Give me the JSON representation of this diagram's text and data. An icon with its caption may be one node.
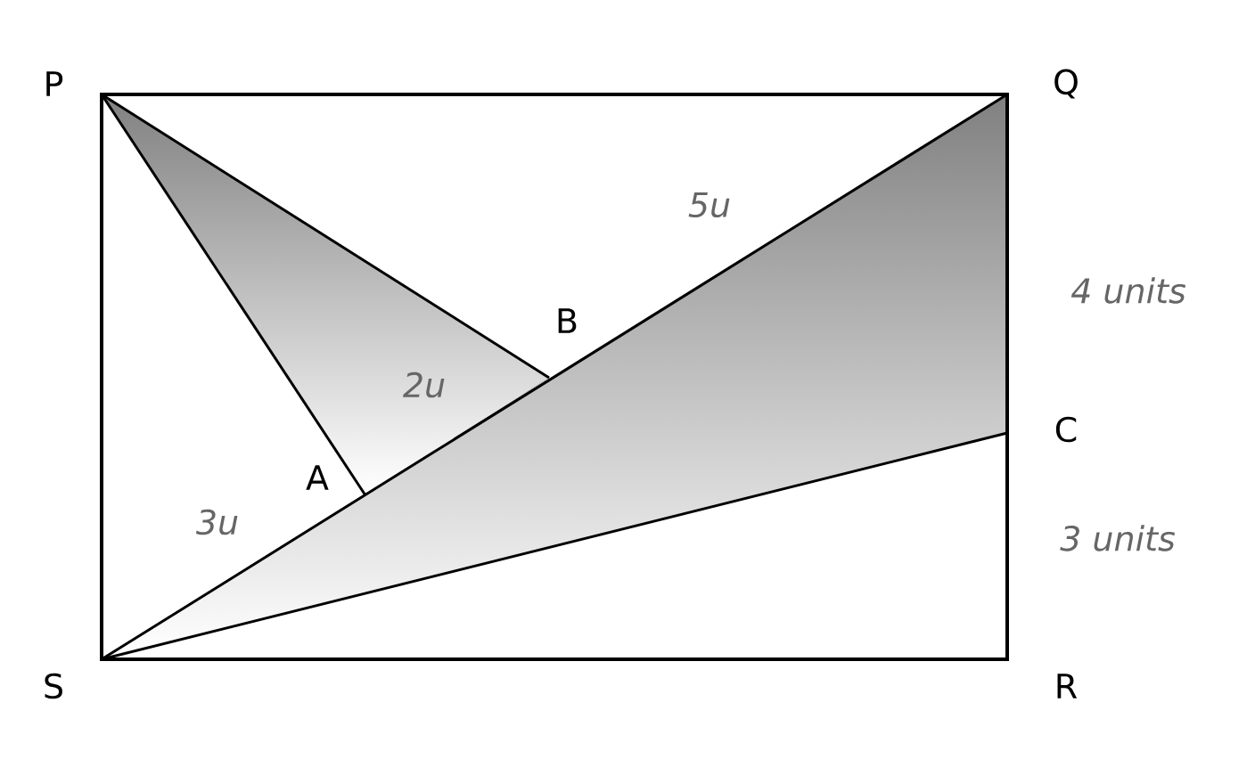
{
  "diagram": {
    "labels": [
      "P",
      "Q",
      "5u",
      "4 units",
      "B",
      "2u",
      "C",
      "A",
      "3u",
      "3 units",
      "S",
      "R"
    ]
  }
}
